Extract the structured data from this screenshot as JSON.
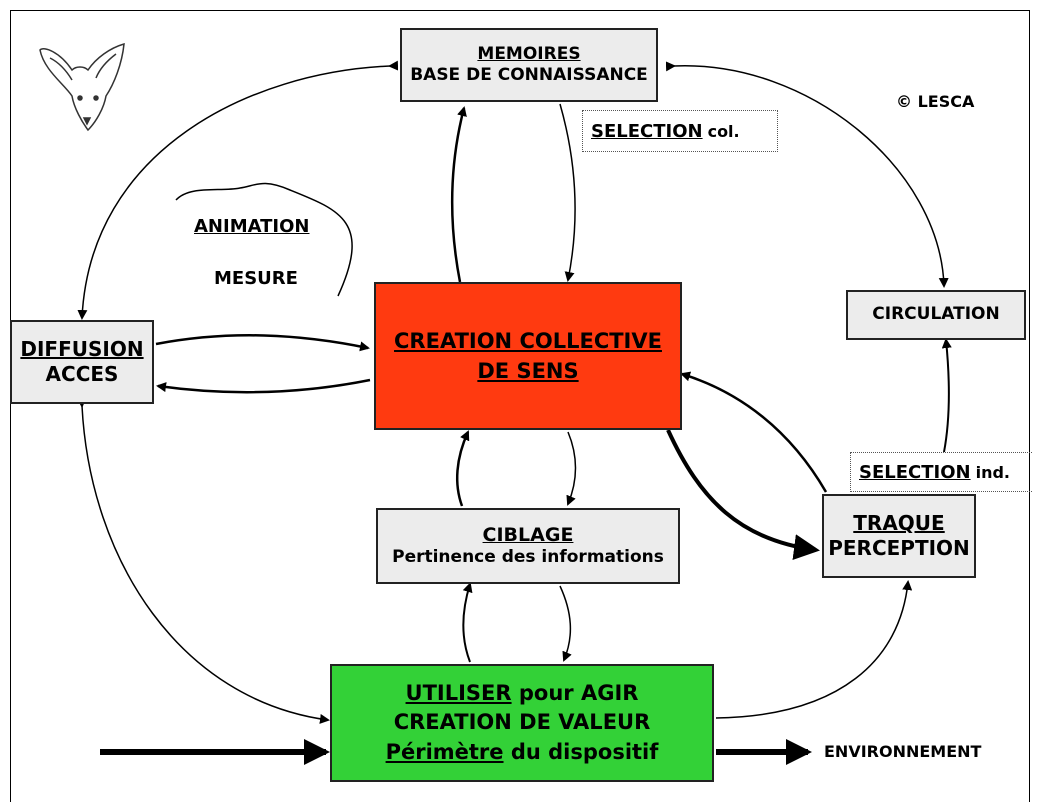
{
  "copyright": "© LESCA",
  "boxes": {
    "memoires": {
      "title": "MEMOIRES",
      "subtitle": "BASE DE CONNAISSANCE"
    },
    "diffusion": {
      "line1": "DIFFUSION",
      "line2": "ACCES"
    },
    "creation": {
      "line1": "CREATION COLLECTIVE",
      "line2": "DE SENS"
    },
    "circulation": {
      "label": "CIRCULATION"
    },
    "ciblage": {
      "title": "CIBLAGE",
      "subtitle": "Pertinence des informations"
    },
    "traque": {
      "line1": "TRAQUE",
      "line2": "PERCEPTION"
    },
    "utiliser": {
      "line1_u": "UTILISER",
      "line1_rest": " pour AGIR",
      "line2": "CREATION DE VALEUR",
      "line3_u": "Périmètre",
      "line3_rest": " du dispositif"
    }
  },
  "labels": {
    "animation": "ANIMATION",
    "mesure": "MESURE",
    "selection_col_u": "SELECTION",
    "selection_col_rest": "col.",
    "selection_ind_u": "SELECTION",
    "selection_ind_rest": "ind.",
    "environnement": "ENVIRONNEMENT"
  },
  "colors": {
    "creation": "#ff3a10",
    "utiliser": "#33d137",
    "box": "#ececec"
  },
  "icons": [
    "fennec-fox-logo"
  ]
}
